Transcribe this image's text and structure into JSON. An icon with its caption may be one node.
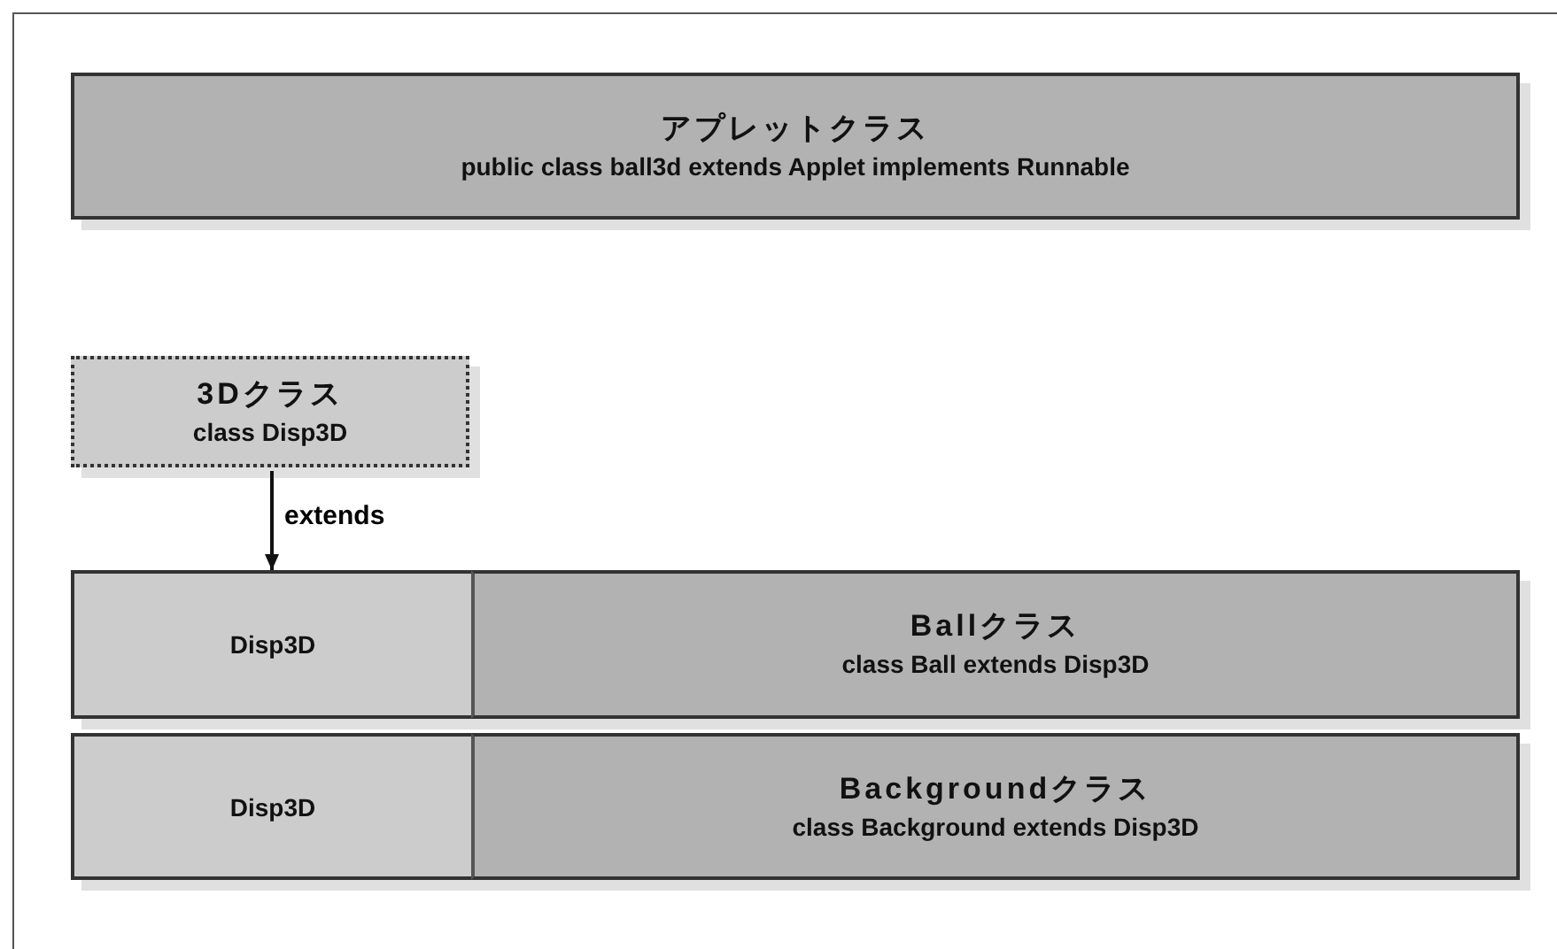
{
  "diagram": {
    "nodes": [
      {
        "text": [
          "アプレットクラス",
          "public class ball3d extends Applet implements Runnable"
        ]
      },
      {
        "text": [
          "3D**クラス**",
          "class Disp3D"
        ]
      },
      {
        "text": [
          "Disp3D"
        ]
      },
      {
        "text": [
          "Ball**クラス**",
          "class Ball extends Disp3D"
        ]
      },
      {
        "text": [
          "Disp3D"
        ]
      },
      {
        "text": [
          "Background**クラス**",
          "class Background extends Disp3D"
        ]
      }
    ],
    "edges": [
      {
        "from": 1,
        "to": 2,
        "arrow": "to",
        "label": "extends"
      }
    ]
  }
}
